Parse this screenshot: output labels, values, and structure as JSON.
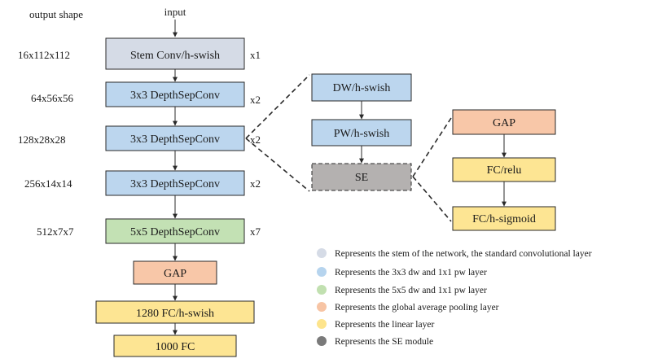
{
  "header": {
    "output_shape_label": "output shape",
    "input_label": "input"
  },
  "colors": {
    "stem": "#d5dbe6",
    "depthsep3": "#bcd6ee",
    "depthsep5": "#c3e1b4",
    "gap": "#f8c7a8",
    "linear": "#fde593",
    "se": "#b4b1b0",
    "stroke": "#2a2a2a",
    "legend_stem": "#d5dbe6",
    "legend_dw3": "#b6d4ee",
    "legend_dw5": "#c1e0b0",
    "legend_gap": "#f7c4a4",
    "legend_linear": "#fde48c",
    "legend_se": "#7a7a7a"
  },
  "main_column": {
    "blocks": [
      {
        "id": "stem",
        "label": "Stem Conv/h-swish",
        "shape": "16x112x112",
        "repeat": "x1"
      },
      {
        "id": "dsc1",
        "label": "3x3 DepthSepConv",
        "shape": "64x56x56",
        "repeat": "x2"
      },
      {
        "id": "dsc2",
        "label": "3x3 DepthSepConv",
        "shape": "128x28x28",
        "repeat": "x2"
      },
      {
        "id": "dsc3",
        "label": "3x3 DepthSepConv",
        "shape": "256x14x14",
        "repeat": "x2"
      },
      {
        "id": "dsc5",
        "label": "5x5 DepthSepConv",
        "shape": "512x7x7",
        "repeat": "x7"
      },
      {
        "id": "gap",
        "label": "GAP"
      },
      {
        "id": "fc1280",
        "label": "1280 FC/h-swish"
      },
      {
        "id": "fc1000",
        "label": "1000 FC"
      }
    ]
  },
  "depthsep_detail": {
    "blocks": [
      {
        "id": "dw",
        "label": "DW/h-swish"
      },
      {
        "id": "pw",
        "label": "PW/h-swish"
      },
      {
        "id": "se",
        "label": "SE"
      }
    ]
  },
  "se_detail": {
    "blocks": [
      {
        "id": "se_gap",
        "label": "GAP"
      },
      {
        "id": "fc_relu",
        "label": "FC/relu"
      },
      {
        "id": "fc_hsig",
        "label": "FC/h-sigmoid"
      }
    ]
  },
  "legend": {
    "items": [
      {
        "color_key": "legend_stem",
        "text": "Represents the stem of the network, the standard convolutional layer"
      },
      {
        "color_key": "legend_dw3",
        "text": "Represents the 3x3 dw and 1x1 pw layer"
      },
      {
        "color_key": "legend_dw5",
        "text": "Represents the 5x5 dw and 1x1 pw layer"
      },
      {
        "color_key": "legend_gap",
        "text": "Represents the global average pooling layer"
      },
      {
        "color_key": "legend_linear",
        "text": "Represents the linear layer"
      },
      {
        "color_key": "legend_se",
        "text": "Represents the SE module"
      }
    ]
  }
}
